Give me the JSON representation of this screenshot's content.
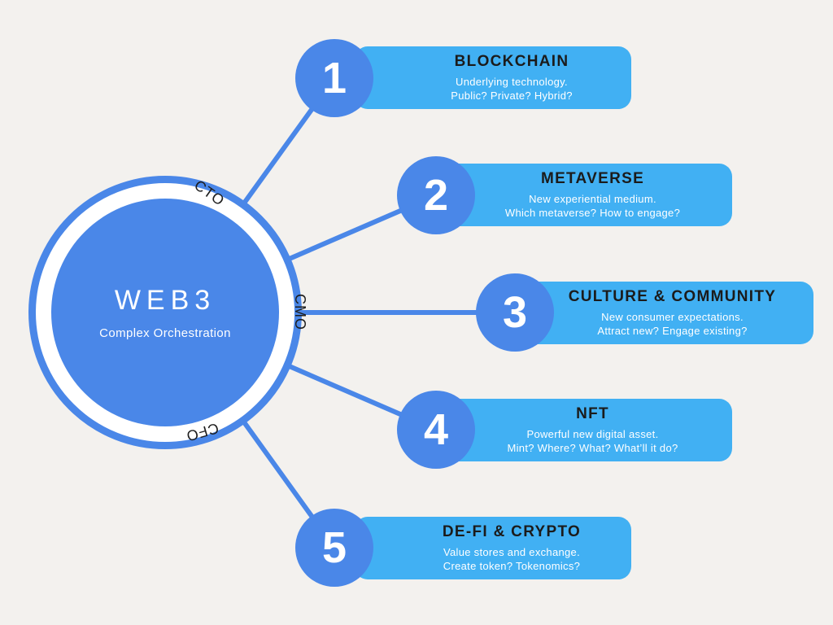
{
  "colors": {
    "background": "#f3f1ee",
    "primary_blue": "#4a87e8",
    "card_blue": "#41b0f3",
    "card_title_text": "#1b1b1b",
    "card_description_text": "#ffffff"
  },
  "center": {
    "title": "WEB3",
    "subtitle": "Complex Orchestration",
    "roles": [
      {
        "id": "cto",
        "label": "CTO"
      },
      {
        "id": "cmo",
        "label": "CMO"
      },
      {
        "id": "cfo",
        "label": "CFO"
      }
    ]
  },
  "items": [
    {
      "number": "1",
      "title": "BLOCKCHAIN",
      "line1": "Underlying technology.",
      "line2": "Public? Private? Hybrid?"
    },
    {
      "number": "2",
      "title": "METAVERSE",
      "line1": "New experiential medium.",
      "line2": "Which metaverse? How to engage?"
    },
    {
      "number": "3",
      "title": "CULTURE & COMMUNITY",
      "line1": "New consumer expectations.",
      "line2": "Attract new? Engage existing?"
    },
    {
      "number": "4",
      "title": "NFT",
      "line1": "Powerful new digital asset.",
      "line2": "Mint? Where? What? What’ll it do?"
    },
    {
      "number": "5",
      "title": "DE-FI & CRYPTO",
      "line1": "Value stores and exchange.",
      "line2": "Create token? Tokenomics?"
    }
  ]
}
